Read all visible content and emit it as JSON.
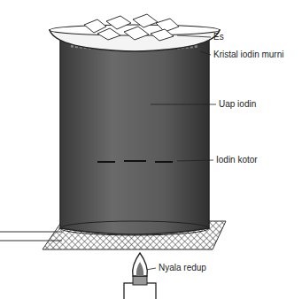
{
  "diagram": {
    "labels": [
      "Es",
      "Kristal iodin murni",
      "Uap iodin",
      "Iodin kotor",
      "Nyala redup"
    ]
  }
}
